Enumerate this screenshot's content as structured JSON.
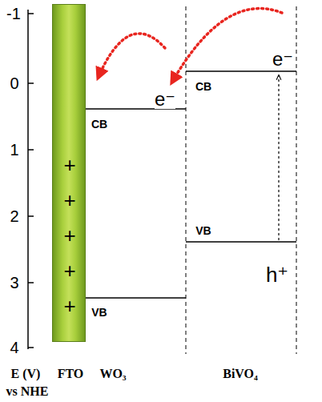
{
  "diagram": {
    "nodes": [
      {
        "text": [
          "+",
          "+",
          "+",
          "+",
          "+"
        ]
      }
    ],
    "labels": [
      "-1",
      "0",
      "1",
      "2",
      "3",
      "4",
      "E (V)",
      "vs NHE",
      "FTO",
      "WO₃",
      "BiVO₄",
      "CB",
      "e⁻",
      "VB",
      "CB",
      "e⁻",
      "VB",
      "h⁺"
    ]
  }
}
